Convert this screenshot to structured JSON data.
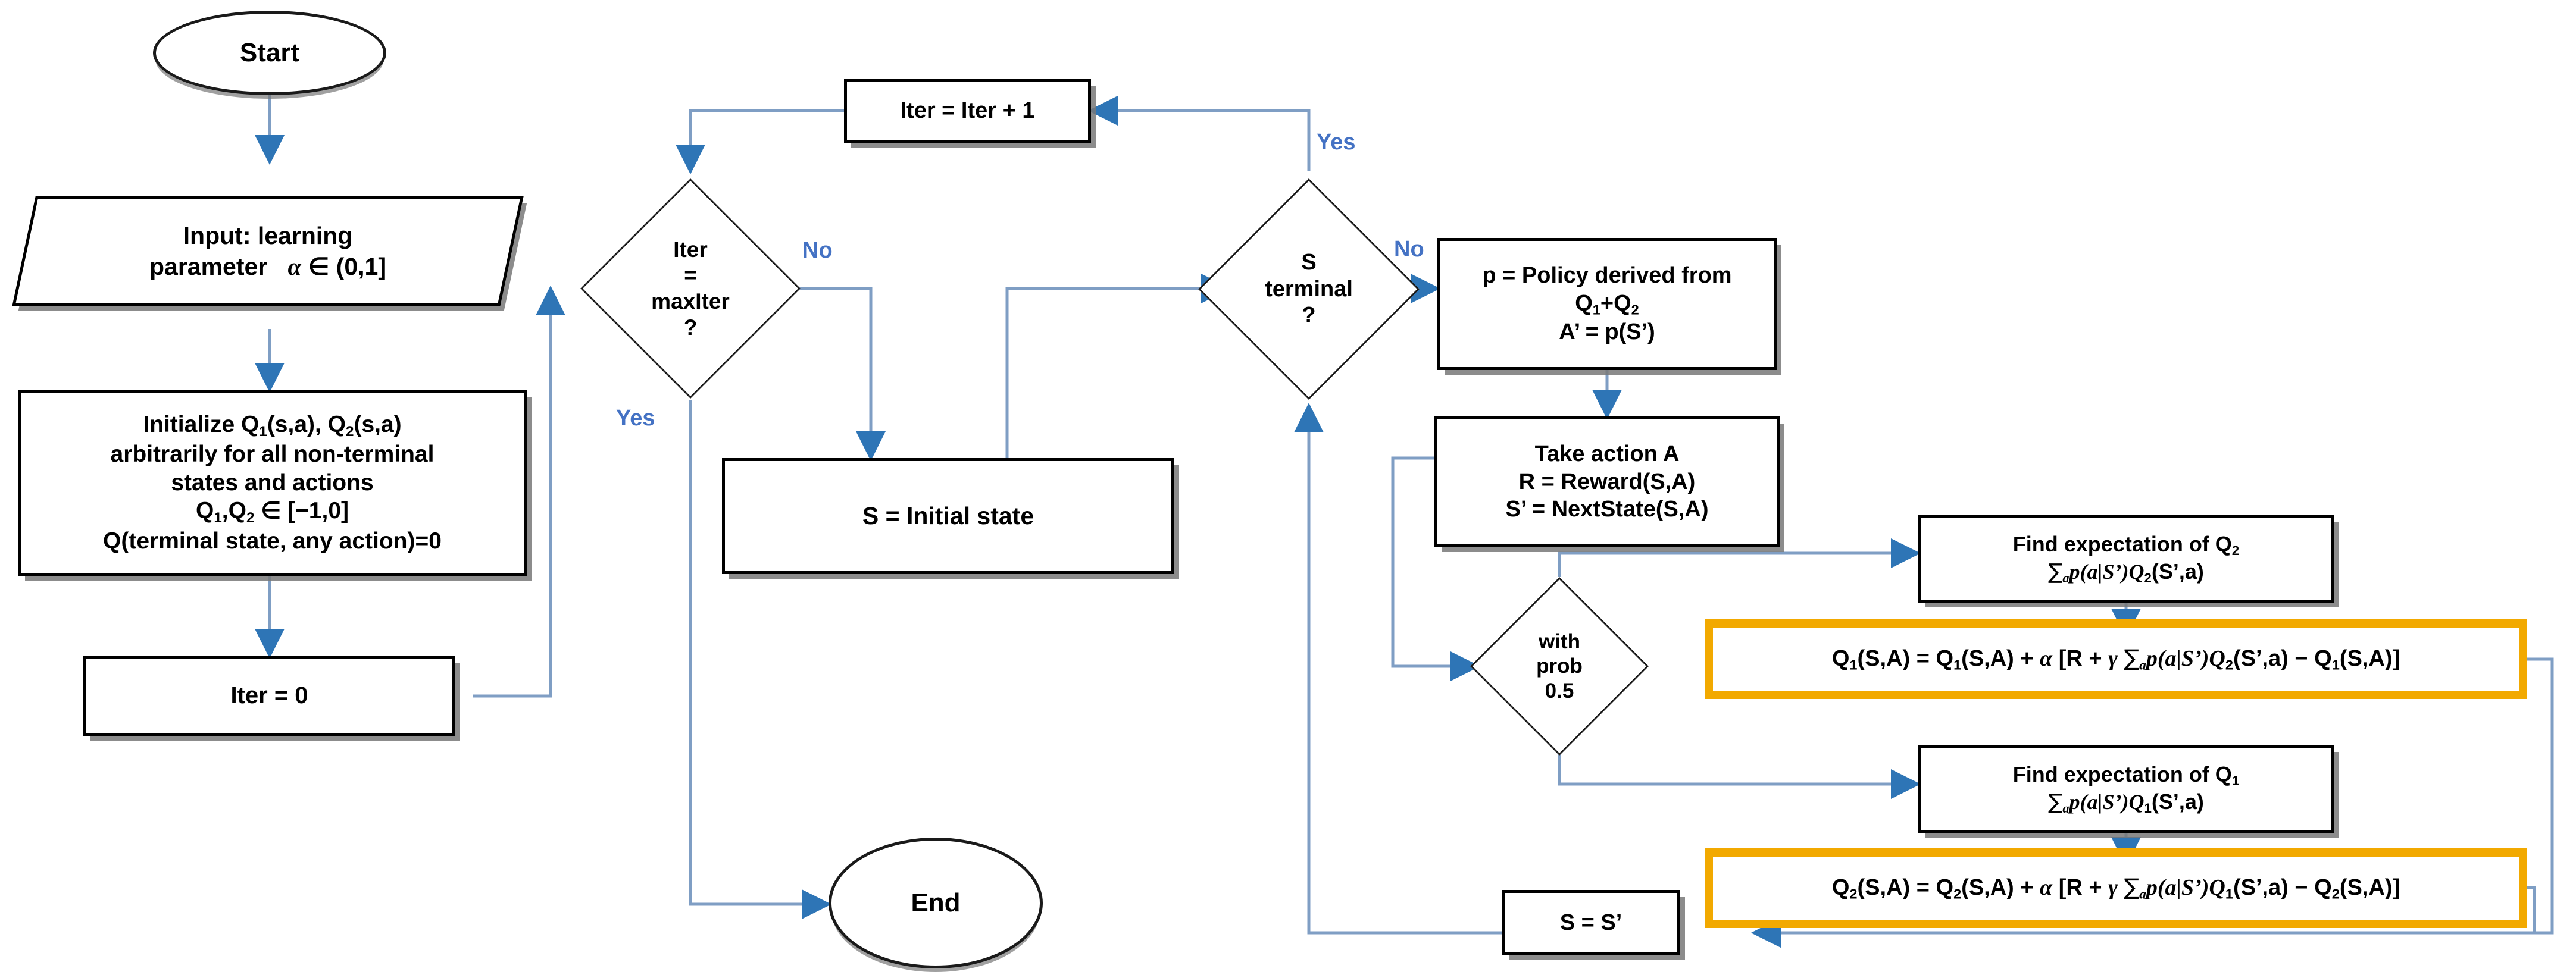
{
  "diagram": {
    "title": "Double Expected SARSA algorithm flowchart",
    "colors": {
      "arrow": "#7F9EC4",
      "arrow_head": "#2E75B6",
      "edge_label": "#4472C4",
      "highlight": "#F2A900",
      "node_border": "#000000",
      "shadow": "#787878",
      "background": "#FFFFFF"
    }
  },
  "nodes": {
    "start": {
      "label": "Start",
      "shape": "terminator"
    },
    "input": {
      "line1": "Input: learning",
      "line2_prefix": "parameter",
      "line2_symbol": "α",
      "line2_rel": "∈ (0,1]",
      "shape": "parallelogram"
    },
    "initialize": {
      "line1_a": "Initialize Q",
      "line1_sub1": "1",
      "line1_b": "(s,a), Q",
      "line1_sub2": "2",
      "line1_c": "(s,a)",
      "line2": "arbitrarily for all non-terminal",
      "line3": "states and actions",
      "line4_a": "Q",
      "line4_sub1": "1",
      "line4_b": ",Q",
      "line4_sub2": "2",
      "line4_c": " ∈ [−1,0]",
      "line5": "Q(terminal state, any action)=0",
      "shape": "process"
    },
    "iter_zero": {
      "label": "Iter = 0",
      "shape": "process"
    },
    "iter_increment": {
      "label": "Iter = Iter + 1",
      "shape": "process"
    },
    "iter_check": {
      "line1": "Iter",
      "line2": "=",
      "line3": "maxIter",
      "line4": "?",
      "shape": "decision"
    },
    "s_initial": {
      "label": "S = Initial state",
      "shape": "process"
    },
    "s_terminal": {
      "line1": "S",
      "line2": "terminal",
      "line3": "?",
      "shape": "decision"
    },
    "policy": {
      "line1_a": "p = Policy derived from Q",
      "line1_sub1": "1",
      "line1_b": "+Q",
      "line1_sub2": "2",
      "line2": "A’ = p(S’)",
      "shape": "process"
    },
    "take_action": {
      "line1": "Take action A",
      "line2": "R = Reward(S,A)",
      "line3": "S’ = NextState(S,A)",
      "shape": "process"
    },
    "with_prob": {
      "line1": "with",
      "line2": "prob",
      "line3": "0.5",
      "shape": "decision"
    },
    "expect_q2": {
      "line1_a": "Find expectation of Q",
      "line1_sub": "2",
      "line2_sum": "∑",
      "line2_sumsub": "a",
      "line2_body_a": "p(a|S’)Q",
      "line2_sub": "2",
      "line2_body_b": "(S’,a)",
      "shape": "process"
    },
    "expect_q1": {
      "line1_a": "Find expectation of Q",
      "line1_sub": "1",
      "line2_sum": "∑",
      "line2_sumsub": "a",
      "line2_body_a": "p(a|S’)Q",
      "line2_sub": "1",
      "line2_body_b": "(S’,a)",
      "shape": "process"
    },
    "update_q1": {
      "p1": "Q",
      "s1": "1",
      "p2": "(S,A) = Q",
      "s2": "1",
      "p3": "(S,A) + ",
      "alpha": "α",
      "p4": " [R + ",
      "gamma": "γ",
      "p5": " ",
      "sum": "∑",
      "sumsub": "a",
      "p6": "p(a|S’)Q",
      "s3": "2",
      "p7": "(S’,a) − Q",
      "s4": "1",
      "p8": "(S,A)]",
      "shape": "process-highlighted"
    },
    "update_q2": {
      "p1": "Q",
      "s1": "2",
      "p2": "(S,A) = Q",
      "s2": "2",
      "p3": "(S,A) + ",
      "alpha": "α",
      "p4": " [R + ",
      "gamma": "γ",
      "p5": " ",
      "sum": "∑",
      "sumsub": "a",
      "p6": "p(a|S’)Q",
      "s3": "1",
      "p7": "(S’,a) − Q",
      "s4": "2",
      "p8": "(S,A)]",
      "shape": "process-highlighted"
    },
    "s_assign": {
      "label": "S = S’",
      "shape": "process"
    },
    "end": {
      "label": "End",
      "shape": "terminator"
    }
  },
  "edge_labels": {
    "iter_check_no": "No",
    "iter_check_yes": "Yes",
    "s_terminal_yes": "Yes",
    "s_terminal_no": "No"
  }
}
